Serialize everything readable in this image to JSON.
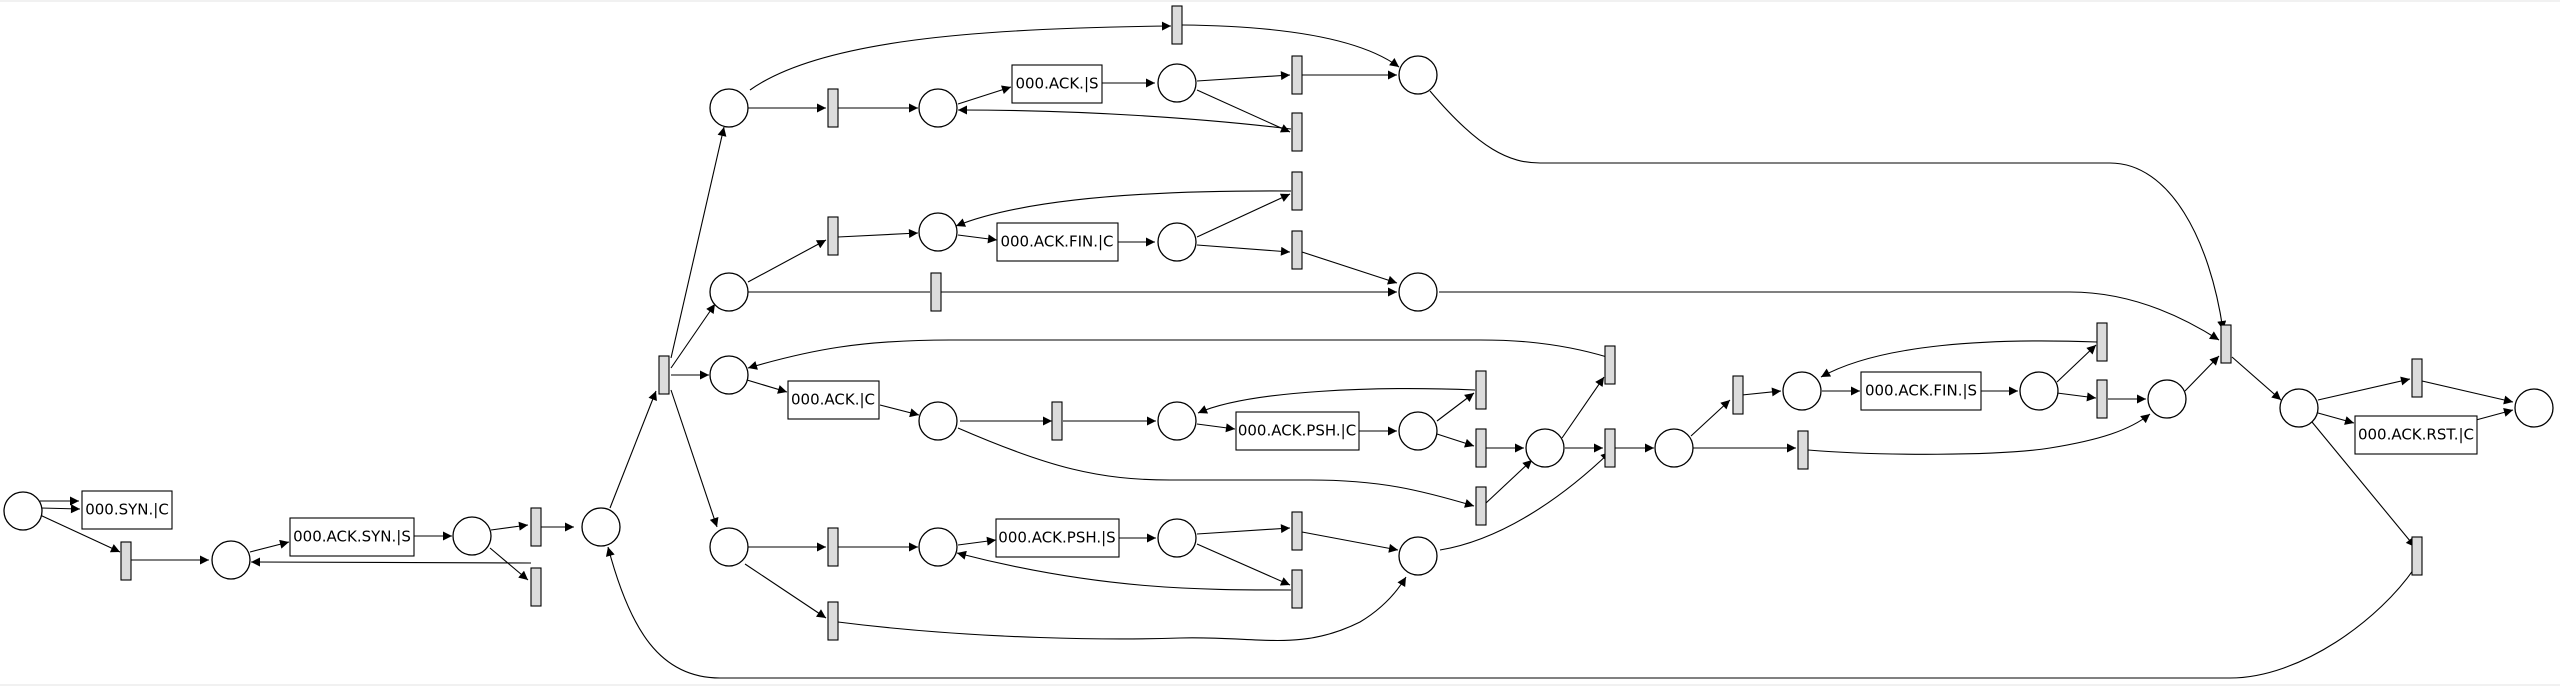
{
  "labels": {
    "syn_c": "000.SYN.|C",
    "ack_syn_s": "000.ACK.SYN.|S",
    "ack_s": "000.ACK.|S",
    "ack_fin_c": "000.ACK.FIN.|C",
    "ack_c": "000.ACK.|C",
    "ack_psh_c": "000.ACK.PSH.|C",
    "ack_psh_s": "000.ACK.PSH.|S",
    "ack_fin_s": "000.ACK.FIN.|S",
    "ack_rst_c": "000.ACK.RST.|C"
  },
  "colors": {
    "stroke": "#000000",
    "transition_fill": "#dcdcdc",
    "place_fill": "#ffffff"
  }
}
